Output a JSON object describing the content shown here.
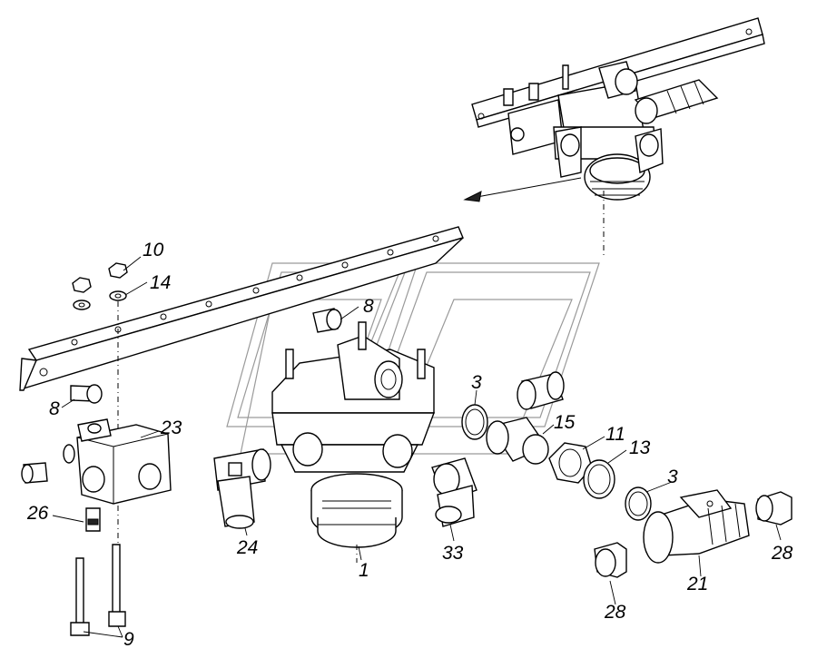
{
  "diagram": {
    "callouts": [
      {
        "id": "label-10",
        "text": "10"
      },
      {
        "id": "label-14",
        "text": "14"
      },
      {
        "id": "label-8-top",
        "text": "8"
      },
      {
        "id": "label-8-left",
        "text": "8"
      },
      {
        "id": "label-23",
        "text": "23"
      },
      {
        "id": "label-26",
        "text": "26"
      },
      {
        "id": "label-9",
        "text": "9"
      },
      {
        "id": "label-24",
        "text": "24"
      },
      {
        "id": "label-1",
        "text": "1"
      },
      {
        "id": "label-33",
        "text": "33"
      },
      {
        "id": "label-3-upper",
        "text": "3"
      },
      {
        "id": "label-15",
        "text": "15"
      },
      {
        "id": "label-11",
        "text": "11"
      },
      {
        "id": "label-13",
        "text": "13"
      },
      {
        "id": "label-3-lower",
        "text": "3"
      },
      {
        "id": "label-28-right",
        "text": "28"
      },
      {
        "id": "label-21",
        "text": "21"
      },
      {
        "id": "label-28-bottom",
        "text": "28"
      }
    ]
  }
}
